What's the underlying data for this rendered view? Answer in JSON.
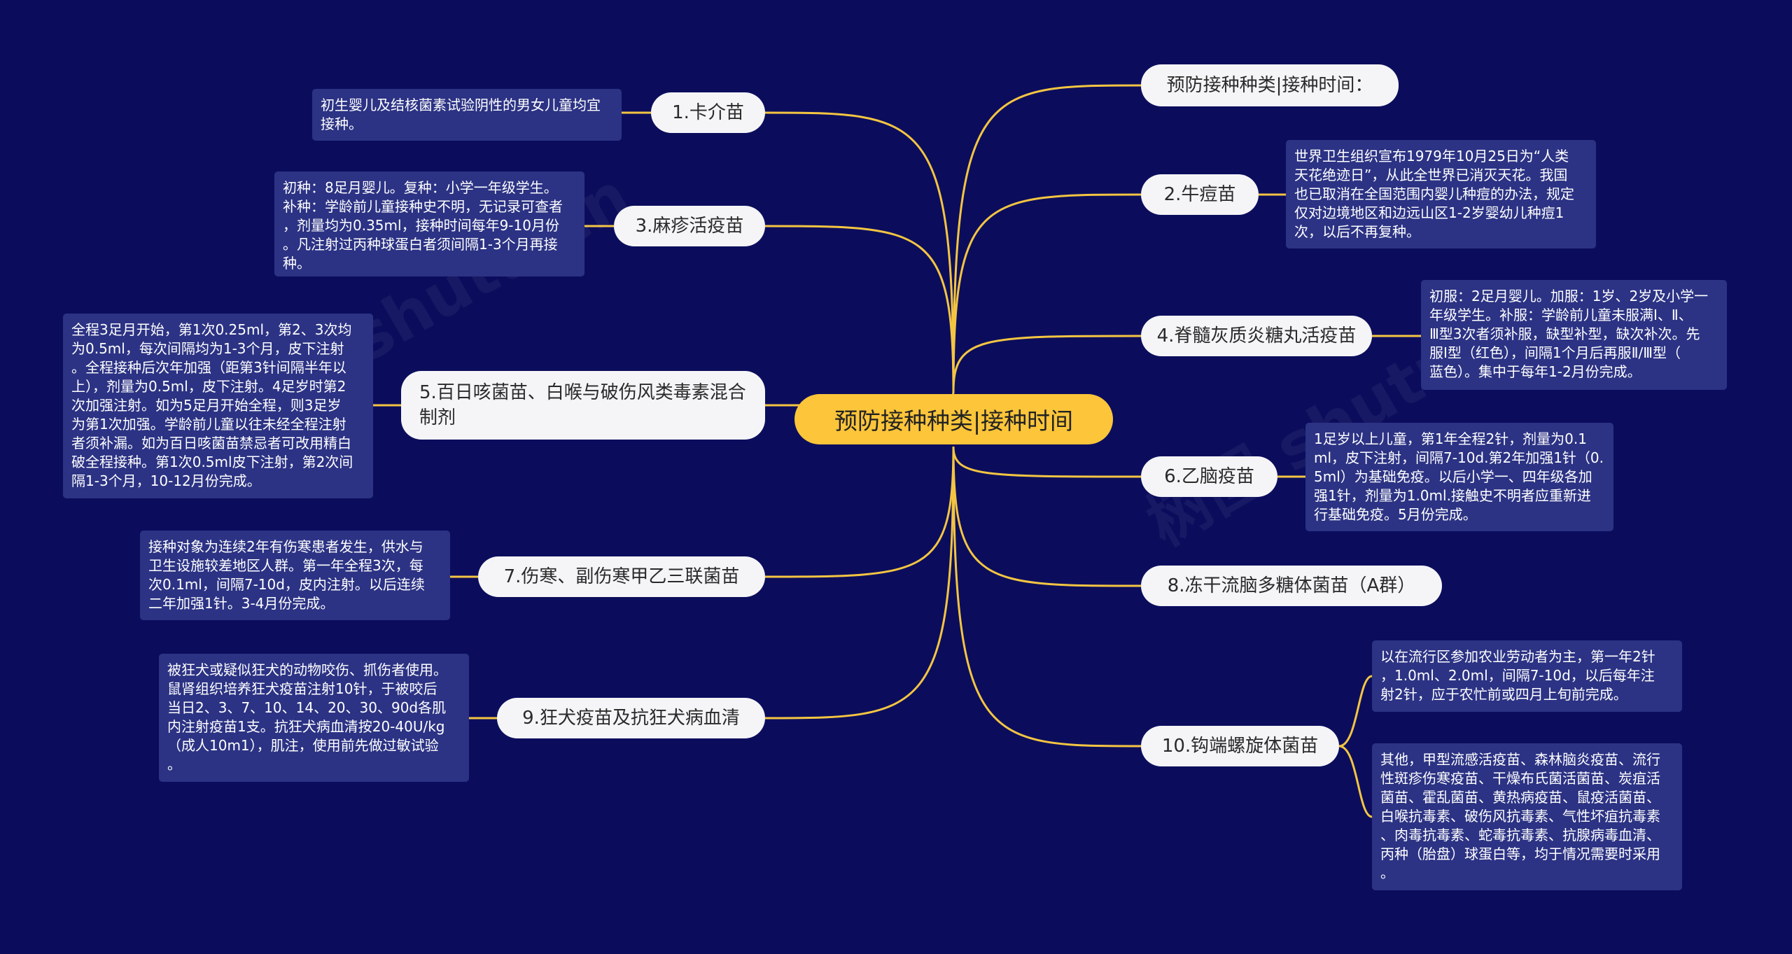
{
  "colors": {
    "background": "#0b0d5c",
    "center_fill": "#fcc53a",
    "node_fill": "#f5f5f8",
    "note_fill": "#2c3384",
    "link": "#f4c542"
  },
  "center": {
    "label": "预防接种种类|接种时间"
  },
  "left": [
    {
      "label": "1.卡介苗",
      "note": "初生婴儿及结核菌素试验阴性的男女儿童均宜\n接种。"
    },
    {
      "label": "3.麻疹活疫苗",
      "note": "初种：8足月婴儿。复种：小学一年级学生。\n补种：学龄前儿童接种史不明，无记录可查者\n，剂量均为0.35ml，接种时间每年9-10月份\n。凡注射过丙种球蛋白者须间隔1-3个月再接\n种。"
    },
    {
      "label": "5.百日咳菌苗、白喉与破伤风类毒素混合制剂",
      "note": "全程3足月开始，第1次0.25ml，第2、3次均\n为0.5ml，每次间隔均为1-3个月，皮下注射\n。全程接种后次年加强（距第3针间隔半年以\n上），剂量为0.5ml，皮下注射。4足岁时第2\n次加强注射。如为5足月开始全程，则3足岁\n为第1次加强。学龄前儿童以往未经全程注射\n者须补漏。如为百日咳菌苗禁忌者可改用精白\n破全程接种。第1次0.5ml皮下注射，第2次间\n隔1-3个月，10-12月份完成。"
    },
    {
      "label": "7.伤寒、副伤寒甲乙三联菌苗",
      "note": "接种对象为连续2年有伤寒患者发生，供水与\n卫生设施较差地区人群。第一年全程3次，每\n次0.1ml，间隔7-10d，皮内注射。以后连续\n二年加强1针。3-4月份完成。"
    },
    {
      "label": "9.狂犬疫苗及抗狂犬病血清",
      "note": "被狂犬或疑似狂犬的动物咬伤、抓伤者使用。\n鼠肾组织培养狂犬疫苗注射10针，于被咬后\n当日2、3、7、10、14、20、30、90d各肌\n内注射疫苗1支。抗狂犬病血清按20-40U/kg\n（成人10m1），肌注，使用前先做过敏试验\n。"
    }
  ],
  "right": [
    {
      "label": "预防接种种类|接种时间：",
      "note": ""
    },
    {
      "label": "2.牛痘苗",
      "note": "世界卫生组织宣布1979年10月25日为“人类\n天花绝迹日”，从此全世界已消灭天花。我国\n也已取消在全国范围内婴儿种痘的办法，规定\n仅对边境地区和边远山区1-2岁婴幼儿种痘1\n次，以后不再复种。"
    },
    {
      "label": "4.脊髓灰质炎糖丸活疫苗",
      "note": "初服：2足月婴儿。加服：1岁、2岁及小学一\n年级学生。补服：学龄前儿童未服满Ⅰ、Ⅱ、\nⅢ型3次者须补服，缺型补型，缺次补次。先\n服Ⅰ型（红色），间隔1个月后再服Ⅱ/Ⅲ型（\n蓝色）。集中于每年1-2月份完成。"
    },
    {
      "label": "6.乙脑疫苗",
      "note": "1足岁以上儿童，第1年全程2针，剂量为0.1\nml，皮下注射，间隔7-10d.第2年加强1针（0.\n5ml）为基础免疫。以后小学一、四年级各加\n强1针，剂量为1.0ml.接触史不明者应重新进\n行基础免疫。5月份完成。"
    },
    {
      "label": "8.冻干流脑多糖体菌苗（A群）",
      "note": ""
    },
    {
      "label": "10.钩端螺旋体菌苗",
      "notes": [
        "以在流行区参加农业劳动者为主，第一年2针\n，1.0ml、2.0ml，间隔7-10d，以后每年注\n射2针，应于农忙前或四月上旬前完成。",
        "其他，甲型流感活疫苗、森林脑炎疫苗、流行\n性斑疹伤寒疫苗、干燥布氏菌活菌苗、炭疽活\n菌苗、霍乱菌苗、黄热病疫苗、鼠疫活菌苗、\n白喉抗毒素、破伤风抗毒素、气性坏疽抗毒素\n、肉毒抗毒素、蛇毒抗毒素、抗腺病毒血清、\n丙种（胎盘）球蛋白等，均于情况需要时采用\n。"
      ]
    }
  ],
  "watermarks": [
    "shutu.cn",
    "树图 shutu.cn"
  ]
}
